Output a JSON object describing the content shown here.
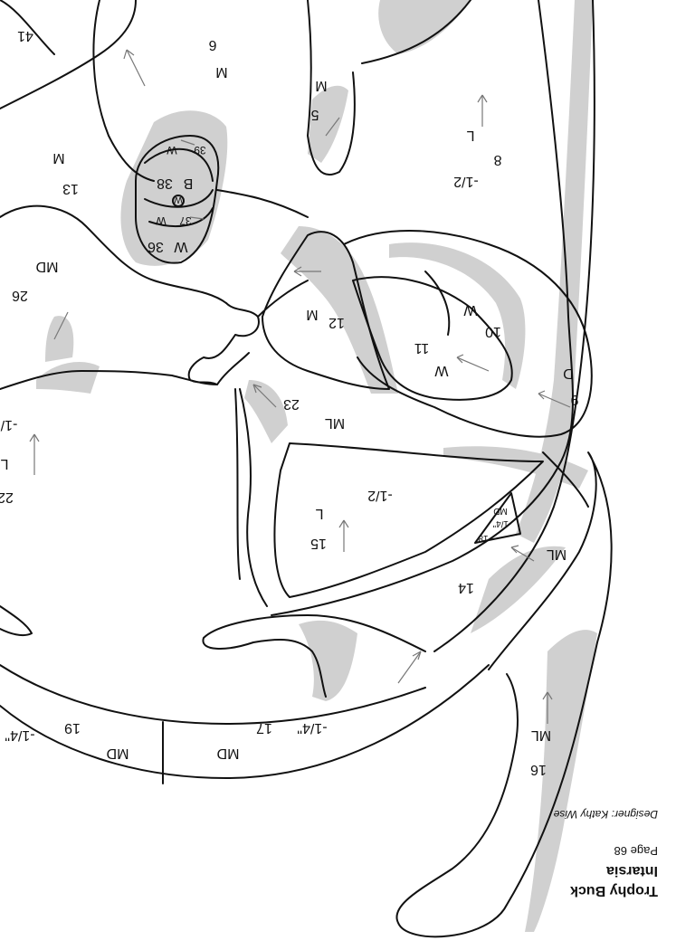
{
  "pattern": {
    "credits": {
      "title": "Trophy Buck",
      "subtitle": "Intarsia",
      "page": "Page 68",
      "designer": "Designer: Kathy Wise"
    },
    "labels": [
      {
        "id": "label-41",
        "text": "41"
      },
      {
        "id": "label-6",
        "text": "6"
      },
      {
        "id": "label-m-6",
        "text": "M"
      },
      {
        "id": "label-m-5",
        "text": "M"
      },
      {
        "id": "label-5",
        "text": "5"
      },
      {
        "id": "label-l-8",
        "text": "L"
      },
      {
        "id": "label-8",
        "text": "8"
      },
      {
        "id": "label-half-8",
        "text": "-1/2"
      },
      {
        "id": "label-m-13",
        "text": "M"
      },
      {
        "id": "label-13",
        "text": "13"
      },
      {
        "id": "label-w-39",
        "text": "W"
      },
      {
        "id": "label-39",
        "text": "39"
      },
      {
        "id": "label-b",
        "text": "B"
      },
      {
        "id": "label-38",
        "text": "38"
      },
      {
        "id": "label-w-circle",
        "text": "W"
      },
      {
        "id": "label-37",
        "text": "37"
      },
      {
        "id": "label-w-37",
        "text": "W"
      },
      {
        "id": "label-w-36",
        "text": "W"
      },
      {
        "id": "label-36",
        "text": "36"
      },
      {
        "id": "label-md-26",
        "text": "MD"
      },
      {
        "id": "label-26",
        "text": "26"
      },
      {
        "id": "label-m-12",
        "text": "M"
      },
      {
        "id": "label-12",
        "text": "12"
      },
      {
        "id": "label-w-10",
        "text": "W"
      },
      {
        "id": "label-10",
        "text": "10"
      },
      {
        "id": "label-11",
        "text": "11"
      },
      {
        "id": "label-w-11",
        "text": "W"
      },
      {
        "id": "label-d",
        "text": "D"
      },
      {
        "id": "label-9",
        "text": "9"
      },
      {
        "id": "label-23",
        "text": "23"
      },
      {
        "id": "label-ml-23",
        "text": "ML"
      },
      {
        "id": "label-half-15",
        "text": "-1/2"
      },
      {
        "id": "label-l-15",
        "text": "L"
      },
      {
        "id": "label-15",
        "text": "15"
      },
      {
        "id": "label-md-18",
        "text": "MD"
      },
      {
        "id": "label-quarter-18",
        "text": "-1/4\""
      },
      {
        "id": "label-18",
        "text": "18"
      },
      {
        "id": "label-ml-14",
        "text": "ML"
      },
      {
        "id": "label-14",
        "text": "14"
      },
      {
        "id": "label-quarter-17",
        "text": "-1/4\""
      },
      {
        "id": "label-17",
        "text": "17"
      },
      {
        "id": "label-md-17",
        "text": "MD"
      },
      {
        "id": "label-19",
        "text": "19"
      },
      {
        "id": "label-quarter-19",
        "text": "-1/4\""
      },
      {
        "id": "label-md-19",
        "text": "MD"
      },
      {
        "id": "label-ml-16",
        "text": "ML"
      },
      {
        "id": "label-16",
        "text": "16"
      },
      {
        "id": "label-edge-22",
        "text": "22"
      },
      {
        "id": "label-edge-l",
        "text": "L"
      },
      {
        "id": "label-edge-quarter",
        "text": "-1/"
      }
    ]
  },
  "colors": {
    "line": "#111111",
    "shade": "#d0d0d0",
    "paper": "#ffffff",
    "arrow": "#777777"
  }
}
